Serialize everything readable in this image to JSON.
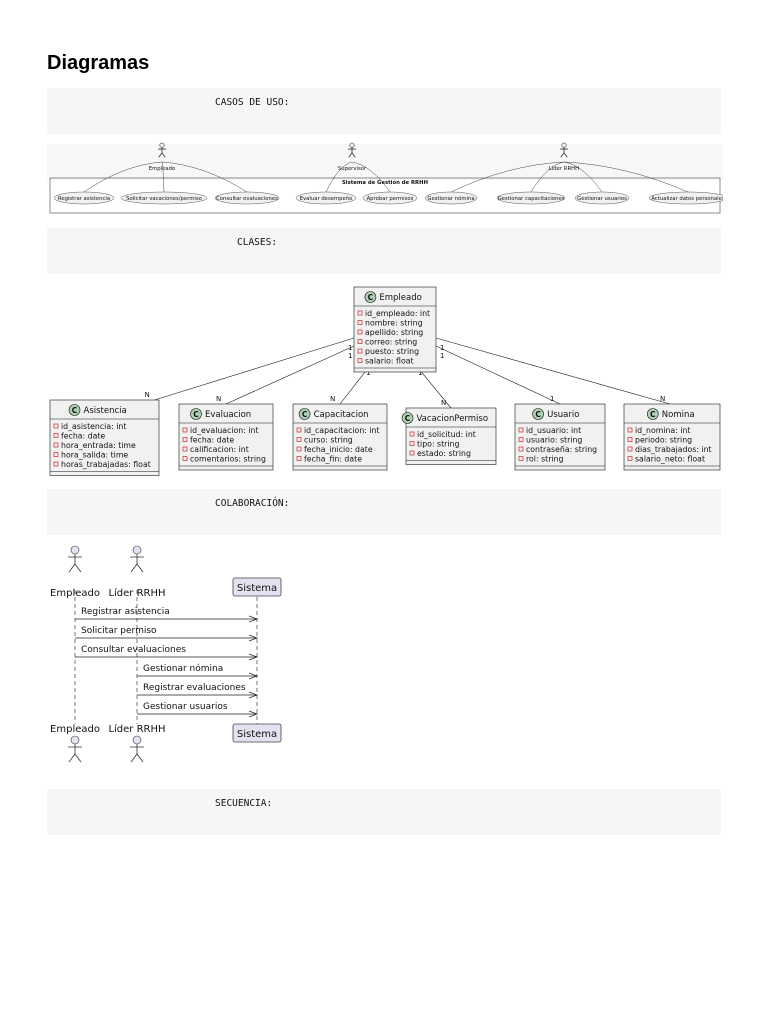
{
  "page": {
    "title": "Diagramas"
  },
  "code_blocks": {
    "use_cases": "CASOS DE USO:",
    "classes": "CLASES:",
    "collaboration": "COLABORACIÓN:",
    "sequence": "SECUENCIA:"
  },
  "use_case_diagram": {
    "actors": [
      "Empleado",
      "Supervisor",
      "Líder RRHH"
    ],
    "system_title": "Sistema de Gestión de RRHH",
    "use_cases": [
      "Registrar asistencia",
      "Solicitar vacaciones/permiso",
      "Consultar evaluaciones",
      "Evaluar desempeño",
      "Aprobar permisos",
      "Gestionar nómina",
      "Gestionar capacitaciones",
      "Gestionar usuarios",
      "Actualizar datos personales"
    ]
  },
  "class_diagram": {
    "colors": {
      "class_fill": "#f1f1f1",
      "class_border": "#181818",
      "stereotype_fill": "#add1b2",
      "private_marker": "#c82930"
    },
    "central": {
      "name": "Empleado",
      "fields": [
        "id_empleado: int",
        "nombre: string",
        "apellido: string",
        "correo: string",
        "puesto: string",
        "salario: float"
      ]
    },
    "classes": [
      {
        "name": "Asistencia",
        "fields": [
          "id_asistencia: int",
          "fecha: date",
          "hora_entrada: time",
          "hora_salida: time",
          "horas_trabajadas: float"
        ]
      },
      {
        "name": "Evaluacion",
        "fields": [
          "id_evaluacion: int",
          "fecha: date",
          "calificacion: int",
          "comentarios: string"
        ]
      },
      {
        "name": "Capacitacion",
        "fields": [
          "id_capacitacion: int",
          "curso: string",
          "fecha_inicio: date",
          "fecha_fin: date"
        ]
      },
      {
        "name": "VacacionPermiso",
        "fields": [
          "id_solicitud: int",
          "tipo: string",
          "estado: string"
        ]
      },
      {
        "name": "Usuario",
        "fields": [
          "id_usuario: int",
          "usuario: string",
          "contraseña: string",
          "rol: string"
        ]
      },
      {
        "name": "Nomina",
        "fields": [
          "id_nomina: int",
          "periodo: string",
          "dias_trabajados: int",
          "salario_neto: float"
        ]
      }
    ],
    "multiplicities": [
      {
        "from": "1",
        "to": "N"
      },
      {
        "from": "1",
        "to": "N"
      },
      {
        "from": "1",
        "to": "N"
      },
      {
        "from": "1",
        "to": "N"
      },
      {
        "from": "1",
        "to": "1"
      },
      {
        "from": "1",
        "to": "N"
      }
    ]
  },
  "sequence_diagram": {
    "participants": [
      "Empleado",
      "Líder RRHH",
      "Sistema"
    ],
    "colors": {
      "participant_fill": "#e2e2f0",
      "actor_fill": "#e2e2f0"
    },
    "messages": [
      {
        "from": "Empleado",
        "to": "Sistema",
        "label": "Registrar asistencia"
      },
      {
        "from": "Empleado",
        "to": "Sistema",
        "label": "Solicitar permiso"
      },
      {
        "from": "Empleado",
        "to": "Sistema",
        "label": "Consultar evaluaciones"
      },
      {
        "from": "Líder RRHH",
        "to": "Sistema",
        "label": "Gestionar nómina"
      },
      {
        "from": "Líder RRHH",
        "to": "Sistema",
        "label": "Registrar evaluaciones"
      },
      {
        "from": "Líder RRHH",
        "to": "Sistema",
        "label": "Gestionar usuarios"
      }
    ]
  }
}
